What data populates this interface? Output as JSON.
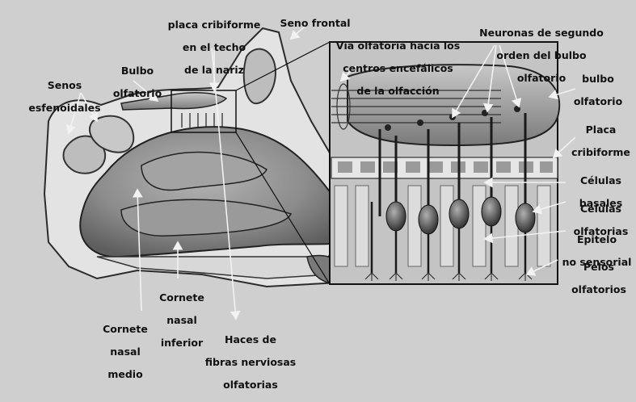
{
  "labels": {
    "placa_cribiforme_techo": [
      "placa cribiforme",
      "en el techo",
      "de la nariz"
    ],
    "seno_frontal": [
      "Seno frontal"
    ],
    "via_olfatoria": [
      "Vía olfatoria hacia los",
      "centros encefálicos",
      "de la olfacción"
    ],
    "neuronas_segundo_orden": [
      "Neuronas de segundo",
      "orden del bulbo",
      "olfatorio"
    ],
    "senos_esfenoidales": [
      "Senos",
      "esfenoidales"
    ],
    "bulbo_olfatorio_left": [
      "Bulbo",
      "olfatorio"
    ],
    "bulbo_olfatorio_right": [
      "bulbo",
      "olfatorio"
    ],
    "placa_cribiforme": [
      "Placa",
      "cribiforme"
    ],
    "celulas_basales": [
      "Células",
      "basales"
    ],
    "celulas_olfatorias": [
      "Células",
      "olfatorias"
    ],
    "epitelio_no_sensorial": [
      "Epitelo",
      "no sensorial"
    ],
    "pelos_olfatorios": [
      "Pelos",
      "olfatorios"
    ],
    "cornete_inferior": [
      "Cornete",
      "nasal",
      "inferior"
    ],
    "cornete_medio": [
      "Cornete",
      "nasal",
      "medio"
    ],
    "haces_fibras": [
      "Haces  de",
      "fibras nerviosas",
      "olfatorias"
    ]
  },
  "colors": {
    "background": "#cfcfcf",
    "ink": "#111111",
    "bone": "#e6e6e6",
    "tissue": "#8a8a8a",
    "arrow": "#f2f2f2"
  }
}
